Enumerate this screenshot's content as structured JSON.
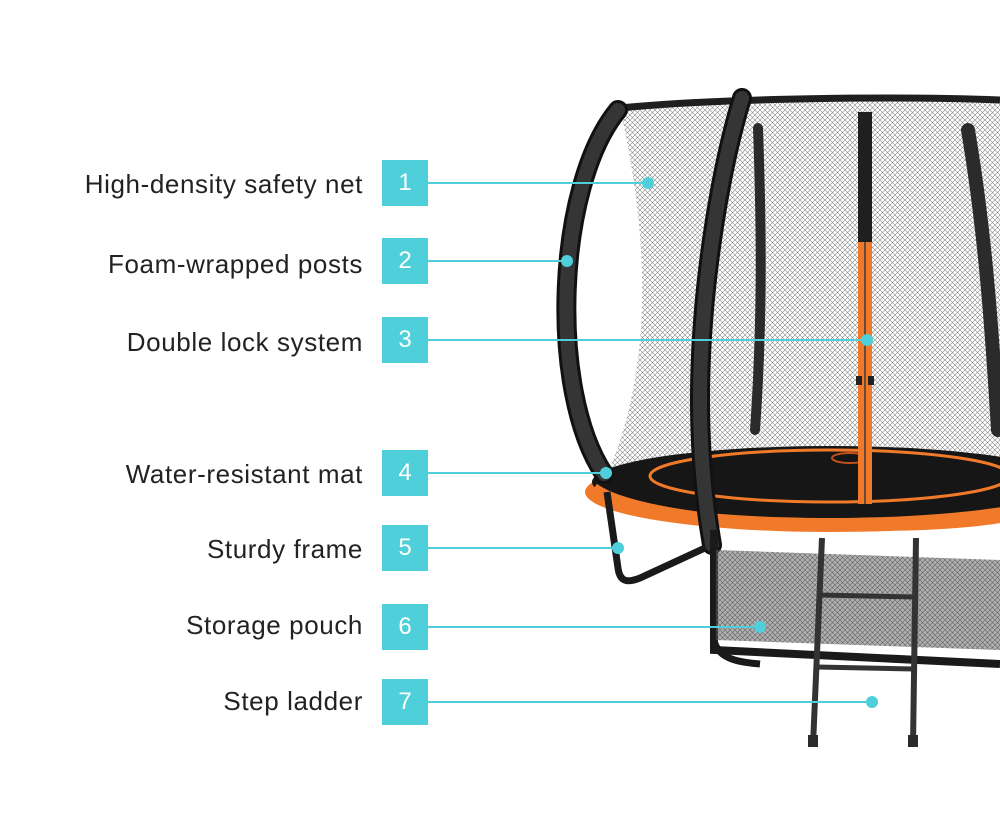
{
  "accent_color": "#4fcfd9",
  "product_colors": {
    "frame": "#1e1e1e",
    "accent": "#f07a2a",
    "net": "#2a2a2a"
  },
  "callouts": [
    {
      "number": "1",
      "label": "High-density safety net"
    },
    {
      "number": "2",
      "label": "Foam-wrapped posts"
    },
    {
      "number": "3",
      "label": "Double lock system"
    },
    {
      "number": "4",
      "label": "Water-resistant mat"
    },
    {
      "number": "5",
      "label": "Sturdy frame"
    },
    {
      "number": "6",
      "label": "Storage pouch"
    },
    {
      "number": "7",
      "label": "Step ladder"
    }
  ]
}
